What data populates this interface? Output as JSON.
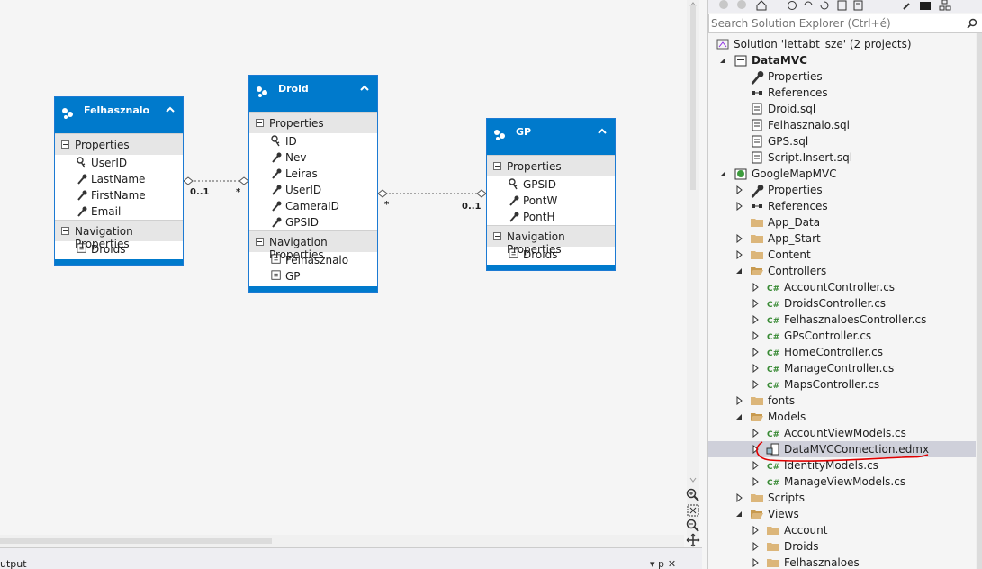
{
  "designer": {
    "entities": [
      {
        "name": "Felhasznalo",
        "properties_label": "Properties",
        "properties": [
          "UserID",
          "LastName",
          "FirstName",
          "Email"
        ],
        "navigation_label": "Navigation Properties",
        "navigation": [
          "Droids"
        ]
      },
      {
        "name": "Droid",
        "properties_label": "Properties",
        "properties": [
          "ID",
          "Nev",
          "Leiras",
          "UserID",
          "CameraID",
          "GPSID"
        ],
        "navigation_label": "Navigation Properties",
        "navigation": [
          "Felhasznalo",
          "GP"
        ]
      },
      {
        "name": "GP",
        "properties_label": "Properties",
        "properties": [
          "GPSID",
          "PontW",
          "PontH"
        ],
        "navigation_label": "Navigation Properties",
        "navigation": [
          "Droids"
        ]
      }
    ],
    "associations": [
      {
        "from_label": "0..1",
        "to_label": "*"
      },
      {
        "from_label": "*",
        "to_label": "0..1"
      }
    ],
    "output_label": "utput",
    "pin_label": "▾ ᵽ ✕"
  },
  "solution_explorer": {
    "search_placeholder": "Search Solution Explorer (Ctrl+é)",
    "tree": [
      {
        "label": "Solution 'lettabt_sze' (2 projects)",
        "level": 0,
        "icon": "solution-icon",
        "expander": "none"
      },
      {
        "label": "DataMVC",
        "level": 1,
        "icon": "db-project-icon",
        "expander": "expanded",
        "bold": true
      },
      {
        "label": "Properties",
        "level": 2,
        "icon": "wrench-icon",
        "expander": "none"
      },
      {
        "label": "References",
        "level": 2,
        "icon": "references-icon",
        "expander": "none"
      },
      {
        "label": "Droid.sql",
        "level": 2,
        "icon": "sql-file-icon",
        "expander": "none"
      },
      {
        "label": "Felhasznalo.sql",
        "level": 2,
        "icon": "sql-file-icon",
        "expander": "none"
      },
      {
        "label": "GPS.sql",
        "level": 2,
        "icon": "sql-file-icon",
        "expander": "none"
      },
      {
        "label": "Script.Insert.sql",
        "level": 2,
        "icon": "sql-file-icon",
        "expander": "none"
      },
      {
        "label": "GoogleMapMVC",
        "level": 1,
        "icon": "web-project-icon",
        "expander": "expanded"
      },
      {
        "label": "Properties",
        "level": 2,
        "icon": "wrench-icon",
        "expander": "collapsed"
      },
      {
        "label": "References",
        "level": 2,
        "icon": "references-icon",
        "expander": "collapsed"
      },
      {
        "label": "App_Data",
        "level": 2,
        "icon": "folder-icon",
        "expander": "none"
      },
      {
        "label": "App_Start",
        "level": 2,
        "icon": "folder-icon",
        "expander": "collapsed"
      },
      {
        "label": "Content",
        "level": 2,
        "icon": "folder-icon",
        "expander": "collapsed"
      },
      {
        "label": "Controllers",
        "level": 2,
        "icon": "folder-open-icon",
        "expander": "expanded"
      },
      {
        "label": "AccountController.cs",
        "level": 3,
        "icon": "csharp-icon",
        "expander": "collapsed"
      },
      {
        "label": "DroidsController.cs",
        "level": 3,
        "icon": "csharp-icon",
        "expander": "collapsed"
      },
      {
        "label": "FelhasznaloesController.cs",
        "level": 3,
        "icon": "csharp-icon",
        "expander": "collapsed"
      },
      {
        "label": "GPsController.cs",
        "level": 3,
        "icon": "csharp-icon",
        "expander": "collapsed"
      },
      {
        "label": "HomeController.cs",
        "level": 3,
        "icon": "csharp-icon",
        "expander": "collapsed"
      },
      {
        "label": "ManageController.cs",
        "level": 3,
        "icon": "csharp-icon",
        "expander": "collapsed"
      },
      {
        "label": "MapsController.cs",
        "level": 3,
        "icon": "csharp-icon",
        "expander": "collapsed"
      },
      {
        "label": "fonts",
        "level": 2,
        "icon": "folder-icon",
        "expander": "collapsed"
      },
      {
        "label": "Models",
        "level": 2,
        "icon": "folder-open-icon",
        "expander": "expanded"
      },
      {
        "label": "AccountViewModels.cs",
        "level": 3,
        "icon": "csharp-icon",
        "expander": "collapsed"
      },
      {
        "label": "DataMVCConnection.edmx",
        "level": 3,
        "icon": "edmx-icon",
        "expander": "collapsed",
        "selected": true
      },
      {
        "label": "IdentityModels.cs",
        "level": 3,
        "icon": "csharp-icon",
        "expander": "collapsed"
      },
      {
        "label": "ManageViewModels.cs",
        "level": 3,
        "icon": "csharp-icon",
        "expander": "collapsed"
      },
      {
        "label": "Scripts",
        "level": 2,
        "icon": "folder-icon",
        "expander": "collapsed"
      },
      {
        "label": "Views",
        "level": 2,
        "icon": "folder-open-icon",
        "expander": "expanded"
      },
      {
        "label": "Account",
        "level": 3,
        "icon": "folder-icon",
        "expander": "collapsed"
      },
      {
        "label": "Droids",
        "level": 3,
        "icon": "folder-icon",
        "expander": "collapsed"
      },
      {
        "label": "Felhasznaloes",
        "level": 3,
        "icon": "folder-icon",
        "expander": "collapsed"
      }
    ]
  },
  "colors": {
    "entity_header": "#007acc",
    "selection": "#cfd0da",
    "annotation": "#e00000"
  }
}
